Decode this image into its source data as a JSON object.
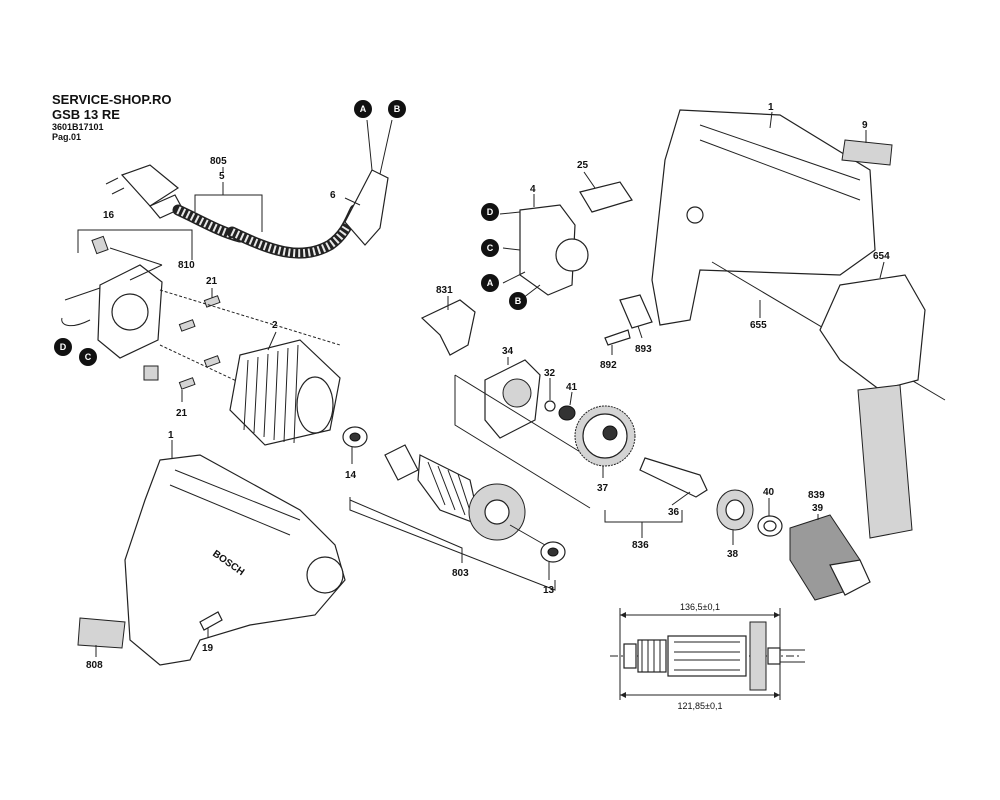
{
  "header": {
    "shop": "SERVICE-SHOP.RO",
    "model": "GSB 13 RE",
    "part_number": "3601B17101",
    "page": "Pag.01"
  },
  "parts": {
    "p1_top": "1",
    "p1_bottom": "1",
    "p2": "2",
    "p4": "4",
    "p5": "5",
    "p6": "6",
    "p9": "9",
    "p13": "13",
    "p14": "14",
    "p16": "16",
    "p19": "19",
    "p21_top": "21",
    "p21_bottom": "21",
    "p25": "25",
    "p32": "32",
    "p34": "34",
    "p36": "36",
    "p37": "37",
    "p38": "38",
    "p39": "39",
    "p40": "40",
    "p41": "41",
    "p654": "654",
    "p655": "655",
    "p803": "803",
    "p805": "805",
    "p808": "808",
    "p810": "810",
    "p831": "831",
    "p836": "836",
    "p839": "839",
    "p892": "892",
    "p893": "893"
  },
  "connectors": {
    "A": "A",
    "B": "B",
    "C": "C",
    "D": "D"
  },
  "dimensions": {
    "overall": "136,5±0,1",
    "armature": "121,85±0,1"
  },
  "brand_text": "BOSCH"
}
